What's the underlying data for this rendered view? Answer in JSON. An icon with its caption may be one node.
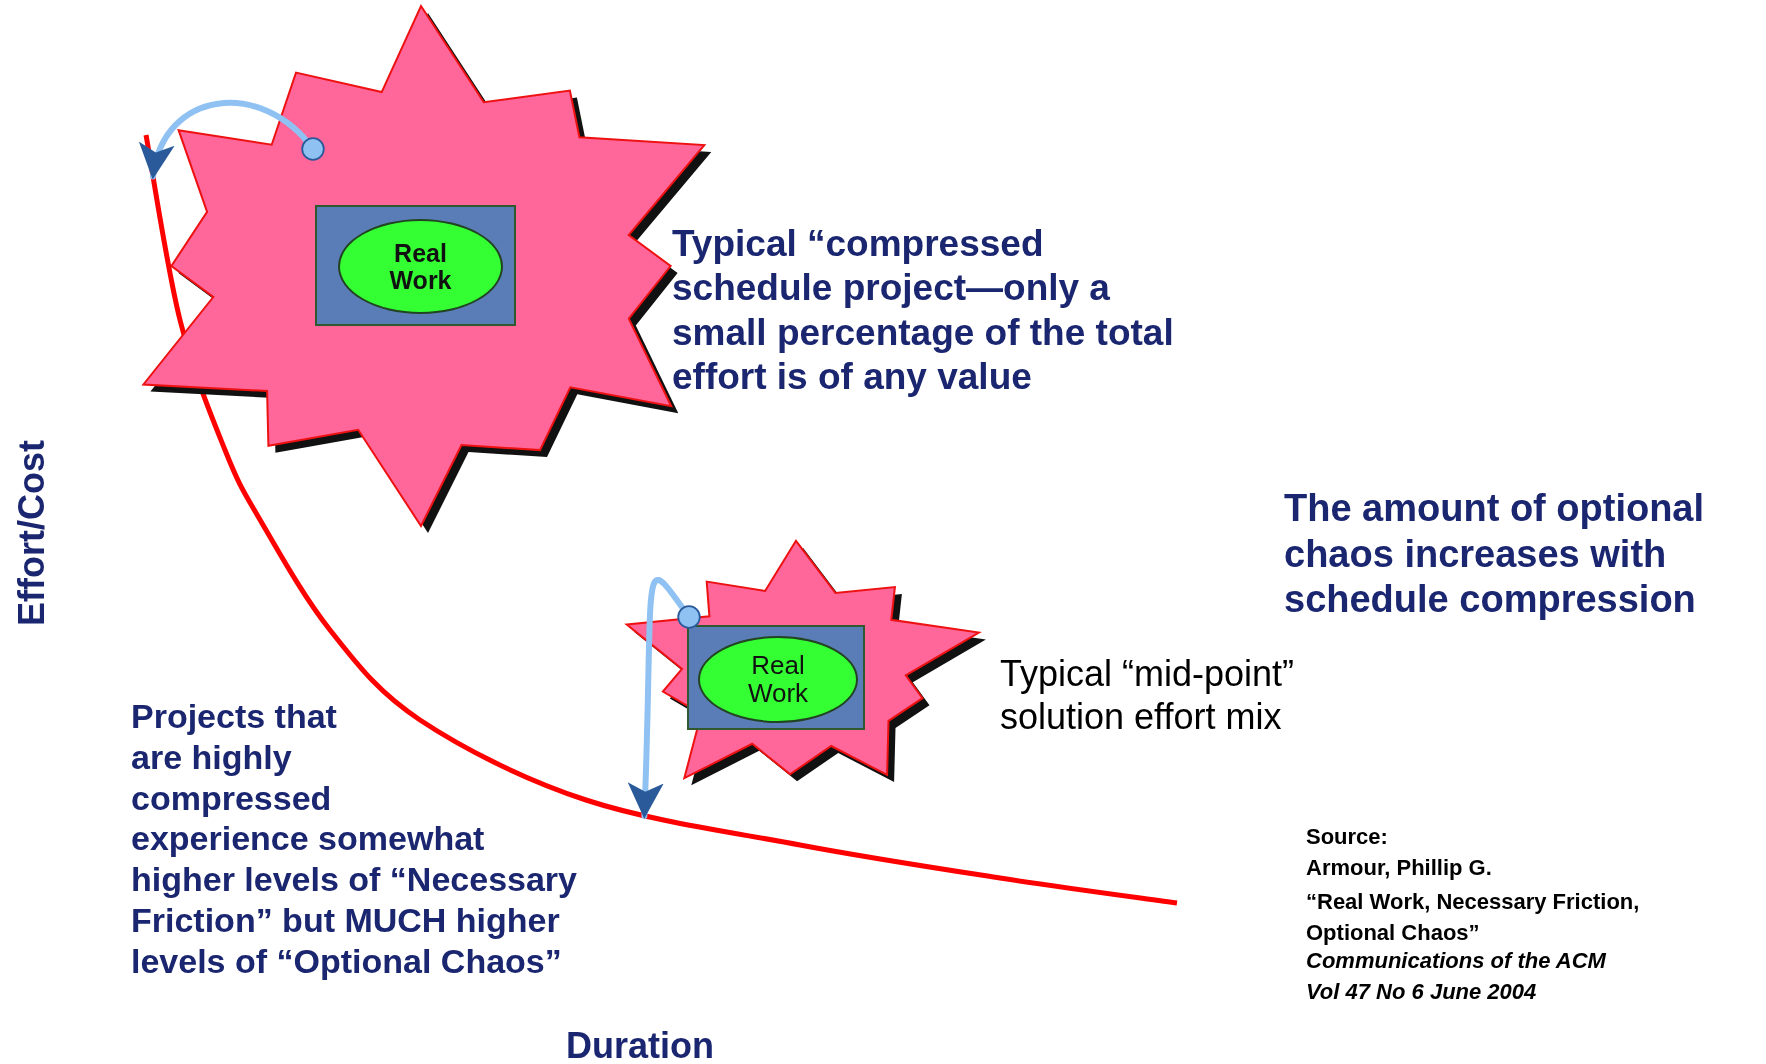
{
  "diagram": {
    "nodes": [
      {
        "text": [],
        "shape": "star"
      },
      {
        "text": [],
        "shape": "box",
        "in": 0
      },
      {
        "text": [
          "Real Work"
        ],
        "in": 1
      },
      {
        "text": [],
        "shape": "star"
      },
      {
        "text": [],
        "shape": "box",
        "in": 3
      },
      {
        "text": [
          "Real Work"
        ],
        "in": 4
      }
    ],
    "edges": [
      {
        "from": 0,
        "to": null,
        "arrow": "to"
      },
      {
        "from": 3,
        "to": null,
        "arrow": "to"
      }
    ],
    "labels": [
      "Typical “compressed schedule project—only a small percentage of the total effort is of any value",
      "The amount of optional chaos increases with schedule compression",
      "Typical “mid-point” solution effort mix",
      "Projects that are highly compressed experience somewhat higher levels of “Necessary Friction” but MUCH higher levels of “Optional Chaos”",
      "Effort/Cost",
      "Duration",
      "Source:",
      "Armour, Phillip G.",
      "“Real Work, Necessary Friction, Optional Chaos”",
      "Communications of the ACM",
      "Vol 47 No 6 June 2004"
    ]
  }
}
